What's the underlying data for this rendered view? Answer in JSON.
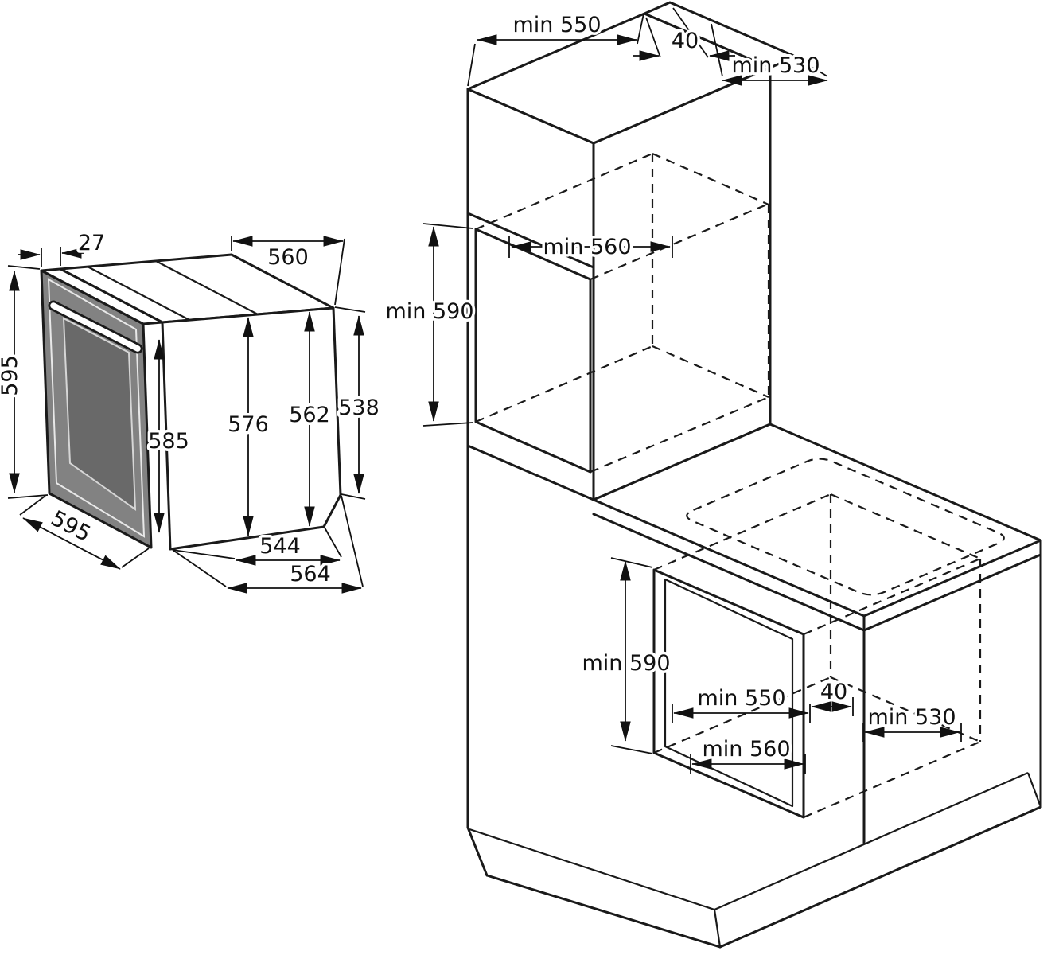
{
  "figure": {
    "name": "Built-in oven installation dimensions diagram"
  },
  "oven": {
    "door_overhang": "27",
    "top_depth": "560",
    "front_height": "595",
    "door_height": "585",
    "body_height_front": "576",
    "body_height_mid": "562",
    "body_height_rear": "538",
    "front_width": "595",
    "bottom_depth_to_chamfer": "544",
    "bottom_depth_total": "564"
  },
  "tall_unit": {
    "top_depth": "min 550",
    "rear_gap": "40",
    "upper_depth": "min 530",
    "niche_width": "min 560",
    "niche_height": "min 590"
  },
  "base_unit": {
    "niche_height": "min 590",
    "niche_depth": "min 550",
    "rear_gap": "40",
    "worktop_depth": "min 530",
    "niche_width": "min 560"
  }
}
